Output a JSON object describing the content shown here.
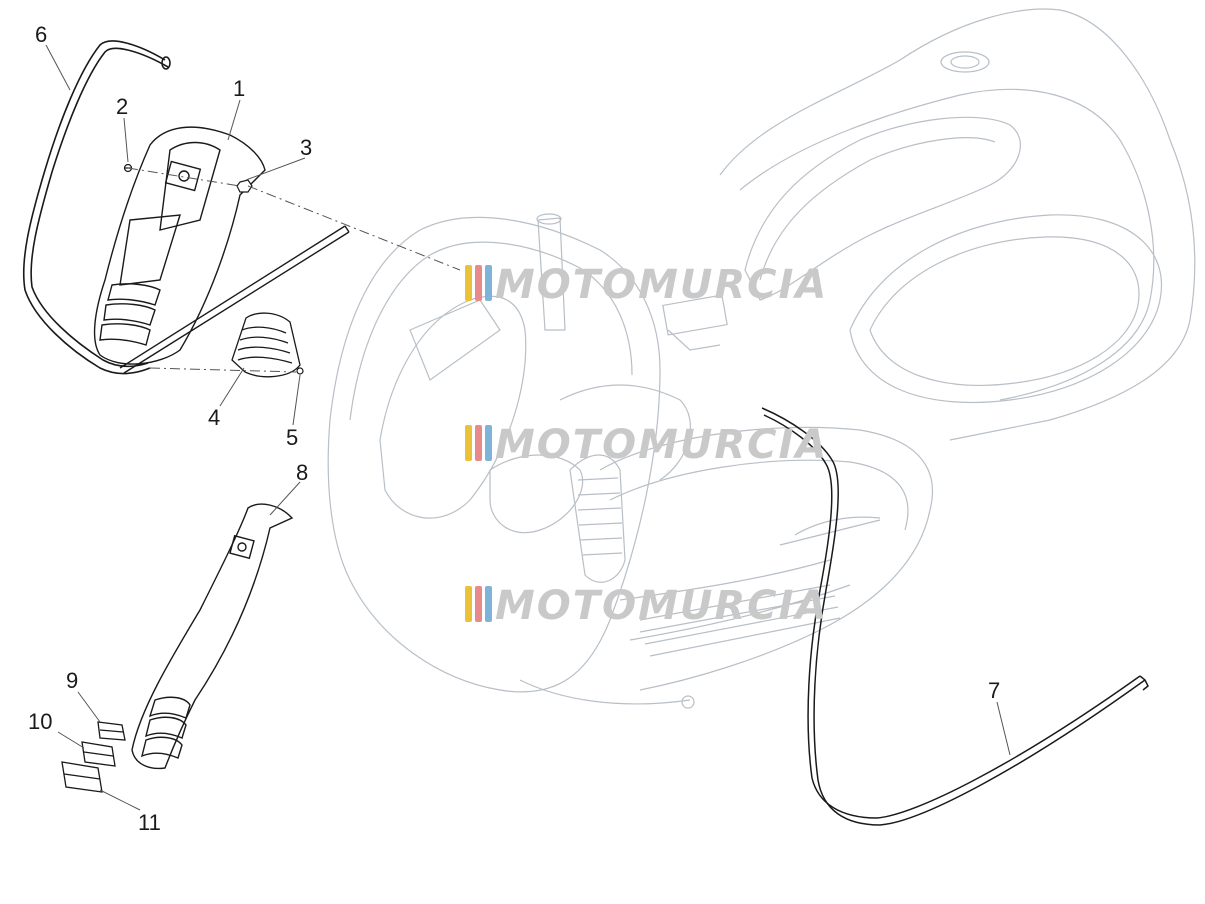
{
  "diagram": {
    "callouts": [
      {
        "id": "c1",
        "label": "1"
      },
      {
        "id": "c2",
        "label": "2"
      },
      {
        "id": "c3",
        "label": "3"
      },
      {
        "id": "c4",
        "label": "4"
      },
      {
        "id": "c5",
        "label": "5"
      },
      {
        "id": "c6",
        "label": "6"
      },
      {
        "id": "c7",
        "label": "7"
      },
      {
        "id": "c8",
        "label": "8"
      },
      {
        "id": "c9",
        "label": "9"
      },
      {
        "id": "c10",
        "label": "10"
      },
      {
        "id": "c11",
        "label": "11"
      }
    ],
    "watermark": {
      "text": "MOTOMURCIA",
      "stripe_colors": [
        "#e9c23a",
        "#e88a8a",
        "#7fb3d9"
      ],
      "text_color": "#c9c9c9"
    },
    "colors": {
      "part_stroke": "#1a1a1a",
      "body_stroke": "#b8bfc7",
      "leader": "#555555"
    }
  }
}
